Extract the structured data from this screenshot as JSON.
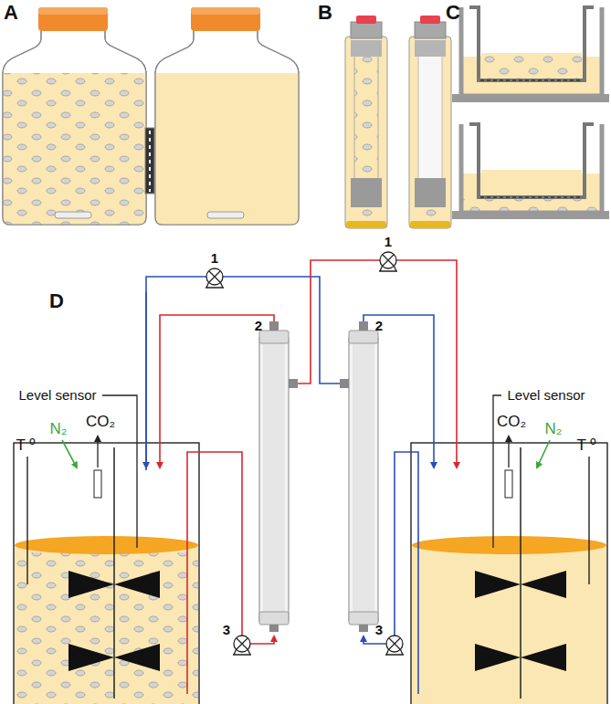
{
  "diagram": {
    "labels": [
      "A",
      "B",
      "C",
      "D",
      "1",
      "1",
      "2",
      "2",
      "Level sensor",
      "Level sensor",
      "N₂",
      "CO₂",
      "T º",
      "CO₂",
      "N₂",
      "T º",
      "3",
      "3"
    ]
  }
}
